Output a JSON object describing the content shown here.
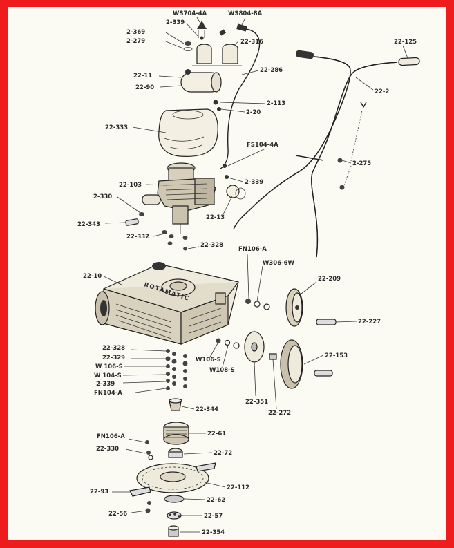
{
  "colors": {
    "border": "#ee1c1c",
    "paper": "#fbfaf3",
    "ink": "#222222"
  },
  "deck_lettering": "ROTAMATIC",
  "labels": {
    "ws704_4a": "WS704-4A",
    "ws804_8a": "WS804-8A",
    "l2_339_top": "2-339",
    "l2_369": "2-369",
    "l2_279": "2-279",
    "l22_316": "22-316",
    "l22_125": "22-125",
    "l22_286": "22-286",
    "l22_11": "22-11",
    "l22_90": "22-90",
    "l22_2": "22-2",
    "l2_113": "2-113",
    "l2_20": "2-20",
    "l22_333": "22-333",
    "fs104_4a": "FS104-4A",
    "l2_275": "2-275",
    "l22_103": "22-103",
    "l2_339_mid": "2-339",
    "l2_330": "2-330",
    "l22_13": "22-13",
    "l22_343": "22-343",
    "l22_332": "22-332",
    "l22_328_top": "22-328",
    "fn106_a_top": "FN106-A",
    "w306_6w": "W306-6W",
    "l22_10": "22-10",
    "l22_209": "22-209",
    "l22_227": "22-227",
    "l22_328_low": "22-328",
    "l22_329": "22-329",
    "w106_s_left": "W 106-S",
    "w104_s": "W 104-S",
    "l2_339_low": "2-339",
    "fn104_a": "FN104-A",
    "w106_s_right": "W106-S",
    "w108_s": "W108-S",
    "l22_153": "22-153",
    "l22_351": "22-351",
    "l22_272": "22-272",
    "l22_344": "22-344",
    "fn106_a_low": "FN106-A",
    "l22_61": "22-61",
    "l22_330": "22-330",
    "l22_72": "22-72",
    "l22_112": "22-112",
    "l22_93": "22-93",
    "l22_62": "22-62",
    "l22_56": "22-56",
    "l22_57": "22-57",
    "l22_354": "22-354"
  }
}
